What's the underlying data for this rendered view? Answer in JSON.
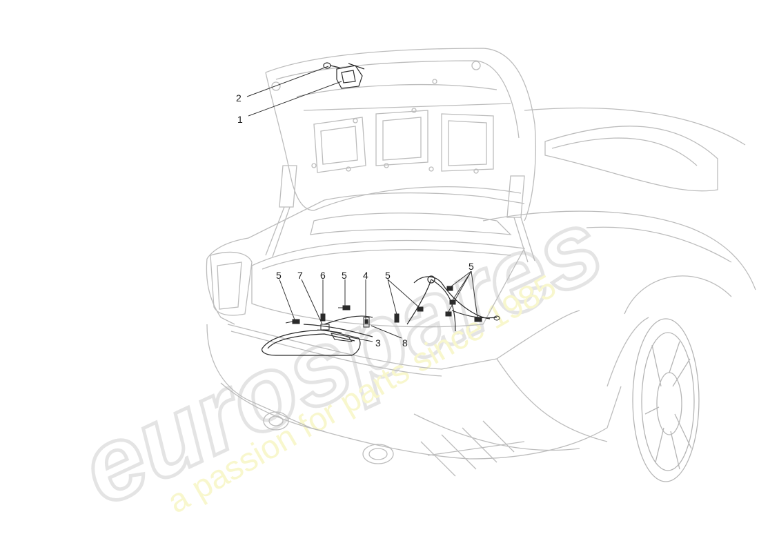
{
  "watermark": {
    "logo_text": "eurospares",
    "tagline": "a passion for parts since 1985",
    "logo_color": "#d8d8d8",
    "tagline_color": "#f2ef9a"
  },
  "callouts": [
    {
      "number": "1"
    },
    {
      "number": "2"
    },
    {
      "number": "3"
    },
    {
      "number": "4"
    },
    {
      "number": "5"
    },
    {
      "number": "5"
    },
    {
      "number": "5"
    },
    {
      "number": "5"
    },
    {
      "number": "6"
    },
    {
      "number": "7"
    },
    {
      "number": "8"
    }
  ],
  "colors": {
    "outline": "#bdbdbd",
    "part_line": "#2a2a2a",
    "leader": "#333333"
  }
}
